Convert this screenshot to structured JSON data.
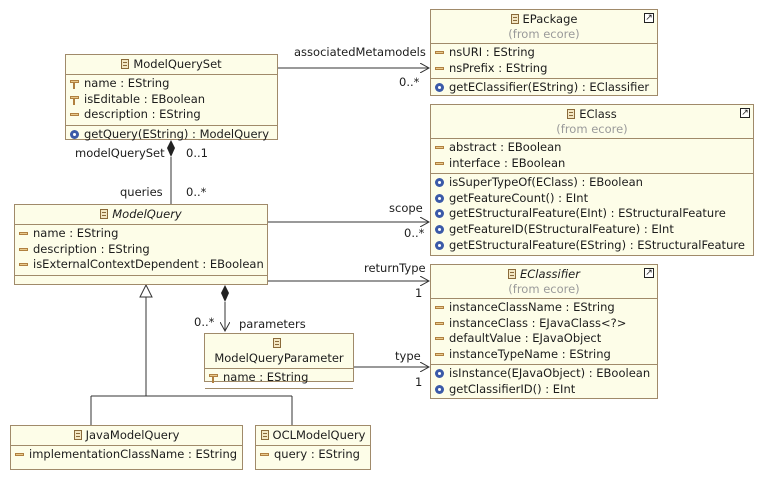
{
  "classes": {
    "model_query_set": {
      "name": "ModelQuerySet",
      "attributes": [
        "name : EString",
        "isEditable : EBoolean",
        "description : EString"
      ],
      "operations": [
        "getQuery(EString) : ModelQuery"
      ]
    },
    "model_query": {
      "name": "ModelQuery",
      "attributes": [
        "name : EString",
        "description : EString",
        "isExternalContextDependent : EBoolean"
      ]
    },
    "model_query_parameter": {
      "name": "ModelQueryParameter",
      "attributes": [
        "name : EString"
      ]
    },
    "java_model_query": {
      "name": "JavaModelQuery",
      "attributes": [
        "implementationClassName : EString"
      ]
    },
    "ocl_model_query": {
      "name": "OCLModelQuery",
      "attributes": [
        "query : EString"
      ]
    },
    "epackage": {
      "name": "EPackage",
      "from": "(from ecore)",
      "attributes": [
        "nsURI : EString",
        "nsPrefix : EString"
      ],
      "operations": [
        "getEClassifier(EString) : EClassifier"
      ]
    },
    "eclass": {
      "name": "EClass",
      "from": "(from ecore)",
      "attributes": [
        "abstract : EBoolean",
        "interface : EBoolean"
      ],
      "operations": [
        "isSuperTypeOf(EClass) : EBoolean",
        "getFeatureCount() : EInt",
        "getEStructuralFeature(EInt) : EStructuralFeature",
        "getFeatureID(EStructuralFeature) : EInt",
        "getEStructuralFeature(EString) : EStructuralFeature"
      ]
    },
    "eclassifier": {
      "name": "EClassifier",
      "from": "(from ecore)",
      "attributes": [
        "instanceClassName : EString",
        "instanceClass : EJavaClass<?>",
        "defaultValue : EJavaObject",
        "instanceTypeName : EString"
      ],
      "operations": [
        "isInstance(EJavaObject) : EBoolean",
        "getClassifierID() : EInt"
      ]
    }
  },
  "edges": {
    "associated_metamodels": {
      "role": "associatedMetamodels",
      "multiplicity": "0..*"
    },
    "queries": {
      "owner_role": "modelQuerySet",
      "owner_multiplicity": "0..1",
      "role": "queries",
      "multiplicity": "0..*"
    },
    "scope": {
      "role": "scope",
      "multiplicity": "0..*"
    },
    "return_type": {
      "role": "returnType",
      "multiplicity": "1"
    },
    "parameters": {
      "role": "parameters",
      "multiplicity": "0..*"
    },
    "type": {
      "role": "type",
      "multiplicity": "1"
    }
  },
  "ext_glyph": "↗"
}
